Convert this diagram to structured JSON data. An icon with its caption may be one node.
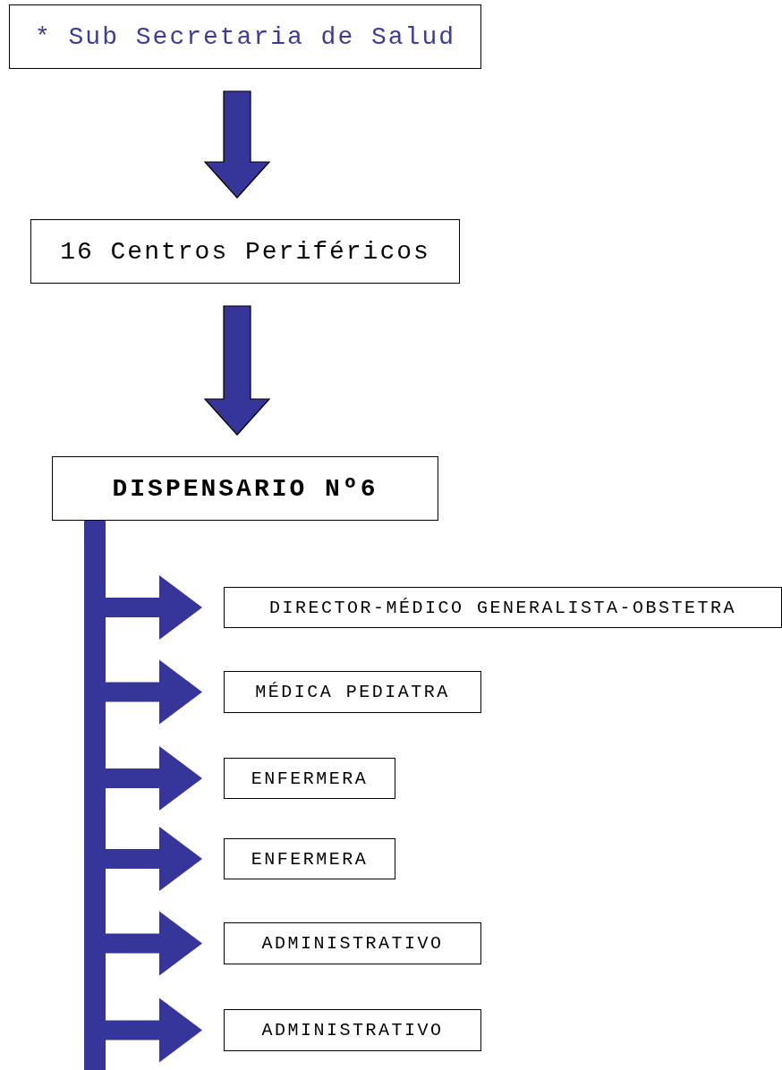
{
  "diagram": {
    "nodes": [
      {
        "text": [
          "* Sub Secretaria de Salud"
        ]
      },
      {
        "text": [
          "16 Centros Periféricos"
        ]
      },
      {
        "text": [
          "DISPENSARIO Nº6"
        ]
      },
      {
        "text": [
          "DIRECTOR-MÉDICO GENERALISTA-OBSTETRA"
        ]
      },
      {
        "text": [
          "MÉDICA PEDIATRA"
        ]
      },
      {
        "text": [
          "ENFERMERA"
        ]
      },
      {
        "text": [
          "ENFERMERA"
        ]
      },
      {
        "text": [
          "ADMINISTRATIVO"
        ]
      },
      {
        "text": [
          "ADMINISTRATIVO"
        ]
      }
    ],
    "edges": [
      {
        "from": 0,
        "to": 1,
        "arrow": "to"
      },
      {
        "from": 1,
        "to": 2,
        "arrow": "to"
      },
      {
        "from": 2,
        "to": 3,
        "arrow": "to"
      },
      {
        "from": 2,
        "to": 4,
        "arrow": "to"
      },
      {
        "from": 2,
        "to": 5,
        "arrow": "to"
      },
      {
        "from": 2,
        "to": 6,
        "arrow": "to"
      },
      {
        "from": 2,
        "to": 7,
        "arrow": "to"
      },
      {
        "from": 2,
        "to": 8,
        "arrow": "to"
      }
    ]
  }
}
